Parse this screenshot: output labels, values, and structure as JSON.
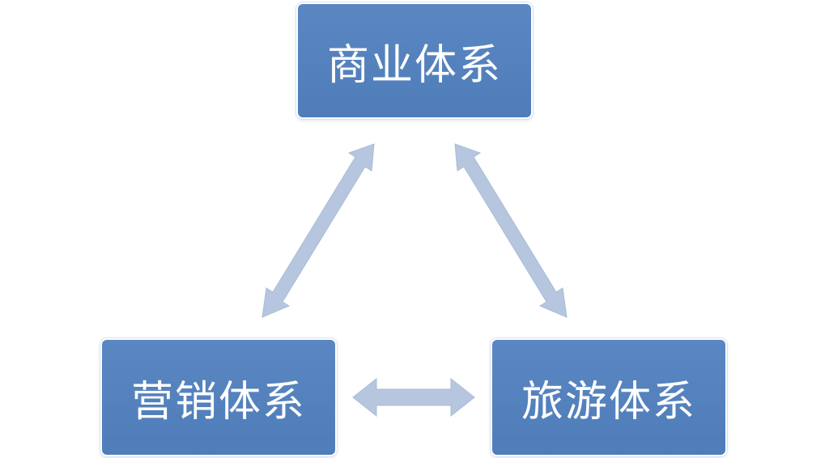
{
  "diagram": {
    "nodes": {
      "top": {
        "label": "商业体系"
      },
      "left": {
        "label": "营销体系"
      },
      "right": {
        "label": "旅游体系"
      }
    },
    "edges": [
      {
        "from": "top",
        "to": "left",
        "direction": "bidirectional"
      },
      {
        "from": "top",
        "to": "right",
        "direction": "bidirectional"
      },
      {
        "from": "left",
        "to": "right",
        "direction": "bidirectional"
      }
    ],
    "colors": {
      "node_fill": "#4f7db9",
      "node_text": "#ffffff",
      "arrow_fill": "#b6c6df"
    }
  }
}
